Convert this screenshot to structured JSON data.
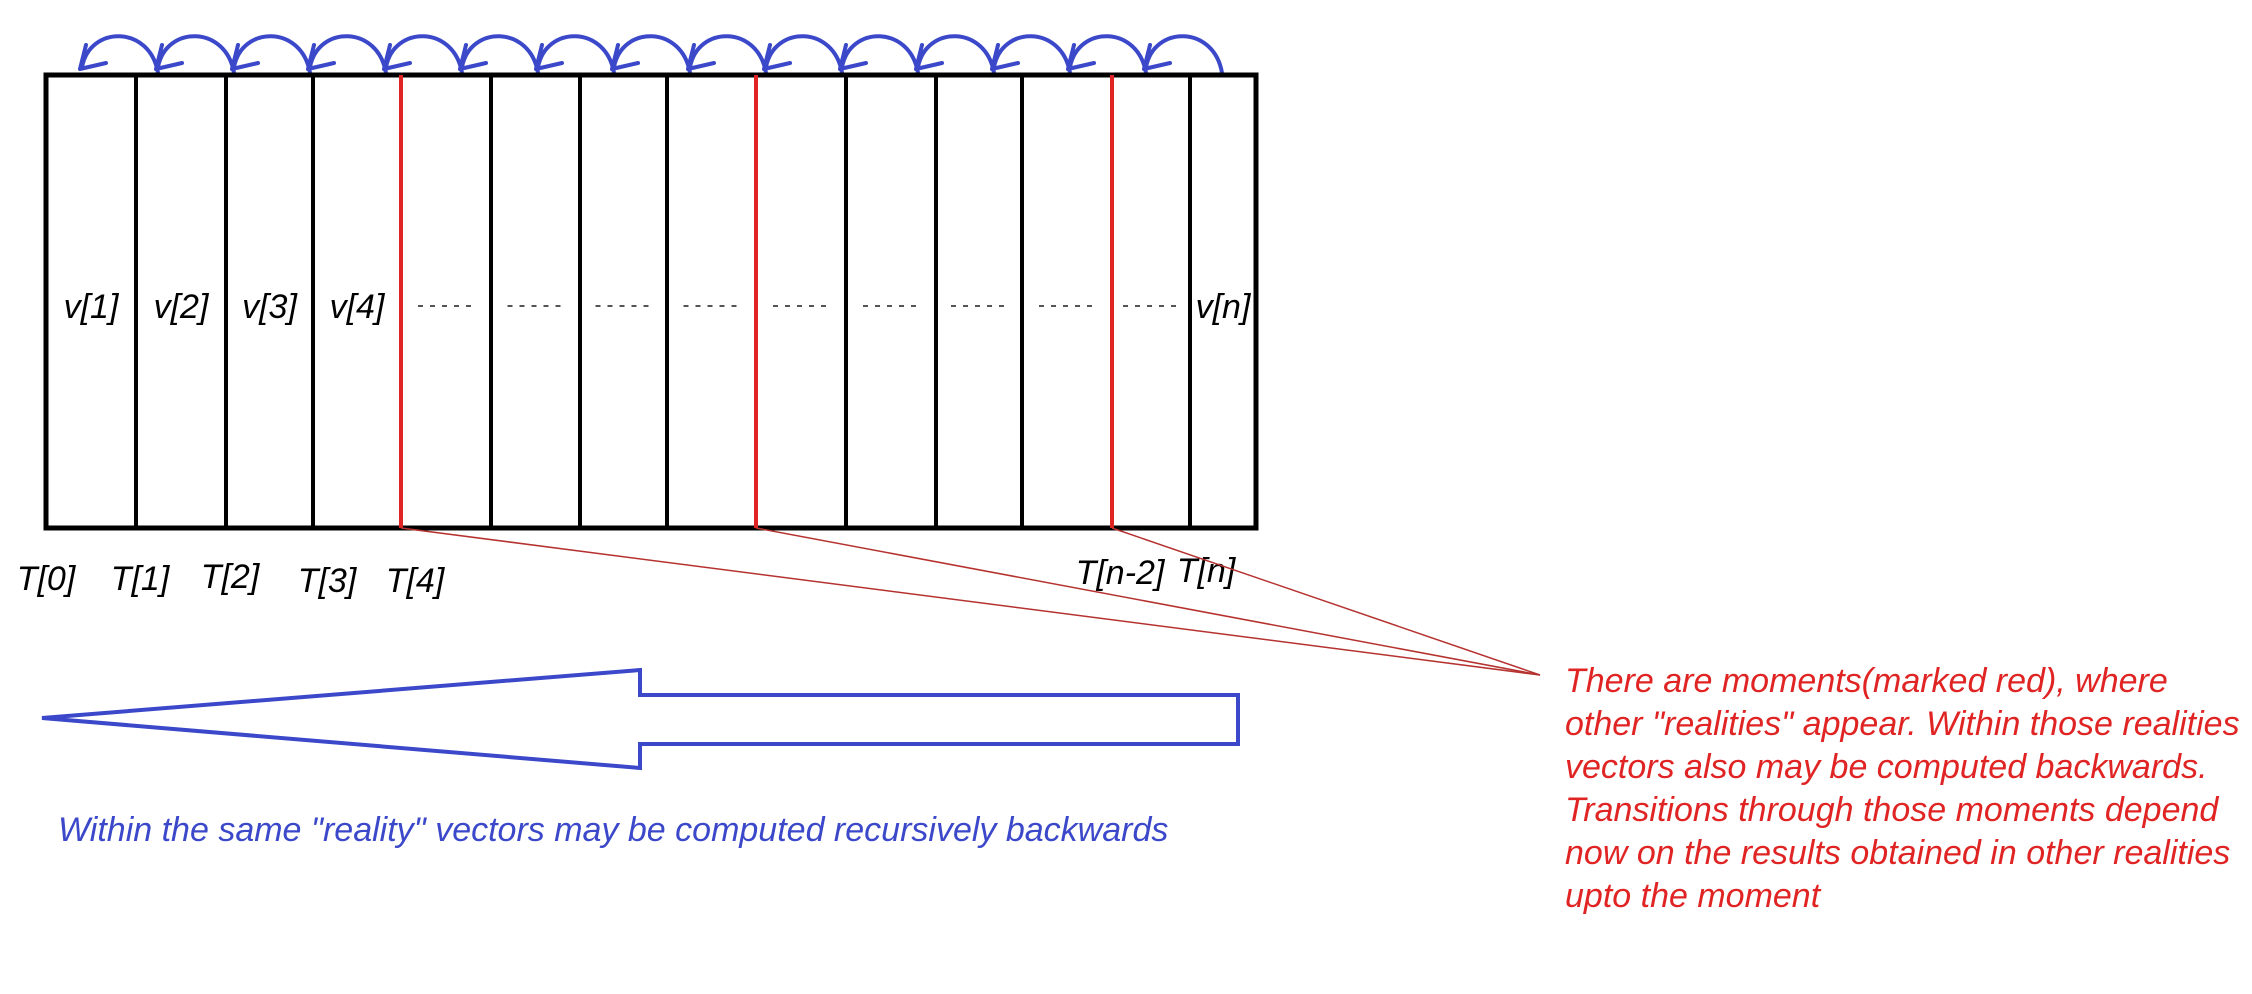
{
  "colors": {
    "frame": "#000000",
    "moment": "#e02424",
    "arrow": "#3b48c9",
    "leader": "#b5322f"
  },
  "cells": [
    "v[1]",
    "v[2]",
    "v[3]",
    "v[4]",
    "",
    "",
    "",
    "",
    "",
    "",
    "",
    "",
    "",
    "v[n]"
  ],
  "time_labels": [
    {
      "index": 0,
      "text": "T[0]"
    },
    {
      "index": 1,
      "text": "T[1]"
    },
    {
      "index": 2,
      "text": "T[2]"
    },
    {
      "index": 3,
      "text": "T[3]"
    },
    {
      "index": 4,
      "text": "T[4]"
    },
    {
      "index": 12,
      "text": "T[n-2]"
    },
    {
      "index": 13,
      "text": "T[n]"
    }
  ],
  "red_boundaries": [
    4,
    8,
    12
  ],
  "arc_count": 15,
  "notes": {
    "red": "There are moments(marked red), where other \"realities\" appear. Within those realities vectors also may be computed backwards. Transitions through those moments depend now on the results obtained in other realities upto the moment",
    "blue": "Within the same \"reality\" vectors may be computed recursively backwards"
  }
}
